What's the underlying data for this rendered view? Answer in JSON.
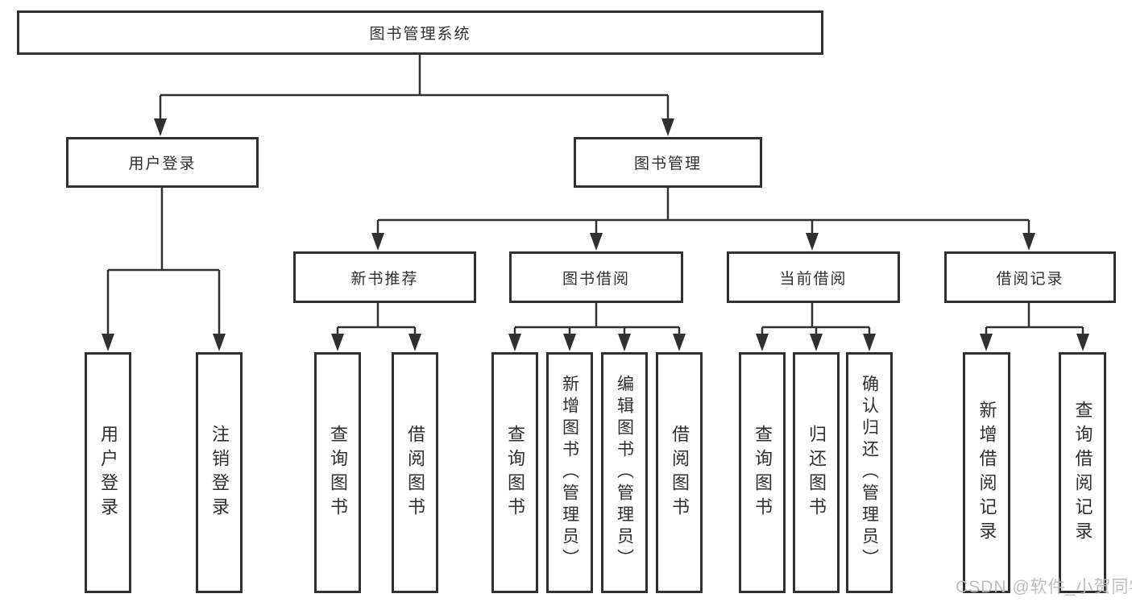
{
  "diagram_title": "图书管理系统",
  "nodes": {
    "root": {
      "label": "图书管理系统"
    },
    "user_login": {
      "label": "用户登录"
    },
    "book_management": {
      "label": "图书管理"
    },
    "new_book_recommend": {
      "label": "新书推荐"
    },
    "book_borrow": {
      "label": "图书借阅"
    },
    "current_borrow": {
      "label": "当前借阅"
    },
    "borrow_records": {
      "label": "借阅记录"
    },
    "leaf_user_login": {
      "label": "用户登录"
    },
    "leaf_logout": {
      "label": "注销登录"
    },
    "leaf_nb_query": {
      "label": "查询图书"
    },
    "leaf_nb_borrow": {
      "label": "借阅图书"
    },
    "leaf_bb_query": {
      "label": "查询图书"
    },
    "leaf_bb_add": {
      "label": "新增图书（管理员）"
    },
    "leaf_bb_edit": {
      "label": "编辑图书（管理员）"
    },
    "leaf_bb_borrow": {
      "label": "借阅图书"
    },
    "leaf_cb_query": {
      "label": "查询图书"
    },
    "leaf_cb_return": {
      "label": "归还图书"
    },
    "leaf_cb_confirm": {
      "label": "确认归还（管理员）"
    },
    "leaf_br_add": {
      "label": "新增借阅记录"
    },
    "leaf_br_query": {
      "label": "查询借阅记录"
    }
  },
  "hierarchy": {
    "图书管理系统": {
      "用户登录": [
        "用户登录",
        "注销登录"
      ],
      "图书管理": {
        "新书推荐": [
          "查询图书",
          "借阅图书"
        ],
        "图书借阅": [
          "查询图书",
          "新增图书（管理员）",
          "编辑图书（管理员）",
          "借阅图书"
        ],
        "当前借阅": [
          "查询图书",
          "归还图书",
          "确认归还（管理员）"
        ],
        "借阅记录": [
          "新增借阅记录",
          "查询借阅记录"
        ]
      }
    }
  },
  "watermark": {
    "text": "CSDN @软件_小贺同学"
  },
  "colors": {
    "line": "#303030",
    "box_border": "#303030",
    "text": "#2f2f2f",
    "watermark": "#b9b9b9",
    "background": "#ffffff"
  }
}
